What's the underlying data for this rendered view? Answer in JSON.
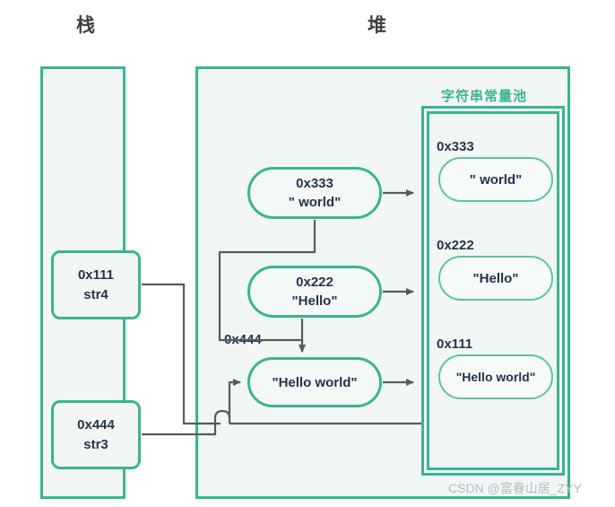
{
  "titles": {
    "stack": "栈",
    "heap": "堆"
  },
  "stack": {
    "frames": [
      {
        "address": "0x111",
        "variable": "str4"
      },
      {
        "address": "0x444",
        "variable": "str3"
      }
    ]
  },
  "heap": {
    "objects": [
      {
        "address": "0x333",
        "value": "\" world\""
      },
      {
        "address": "0x222",
        "value": "\"Hello\""
      },
      {
        "address": "0x444",
        "value": "\"Hello world\"",
        "external_label": "0x444"
      }
    ]
  },
  "pool": {
    "title": "字符串常量池",
    "entries": [
      {
        "address": "0x333",
        "value": "\" world\""
      },
      {
        "address": "0x222",
        "value": "\"Hello\""
      },
      {
        "address": "0x111",
        "value": "\"Hello world\""
      }
    ]
  },
  "watermark": "CSDN @富春山居_ZYY",
  "colors": {
    "accent_green": "#3bb391",
    "region_fill": "#f2f7f5",
    "text_dark": "#24334f",
    "title_text": "#3c4043",
    "wire": "#5a5a5a",
    "watermark": "#b8bcc0"
  }
}
